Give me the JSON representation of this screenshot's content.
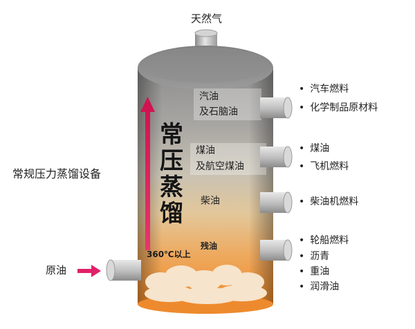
{
  "top_label": "天然气",
  "side_title": "常规压力蒸馏设备",
  "input_label": "原油",
  "vertical_title": [
    "常",
    "压",
    "蒸",
    "馏"
  ],
  "temperature": "360℃以上",
  "fractions": {
    "gasoline": [
      "汽油",
      "及石脑油"
    ],
    "kerosene": [
      "煤油",
      "及航空煤油"
    ],
    "diesel": "柴油",
    "residue": "残油"
  },
  "products": {
    "gasoline": [
      "汽车燃料",
      "化学制品原材料"
    ],
    "kerosene": [
      "煤油",
      "飞机燃料"
    ],
    "diesel": [
      "柴油机燃料"
    ],
    "residue": [
      "轮船燃料",
      "沥青",
      "重油",
      "润滑油"
    ]
  }
}
